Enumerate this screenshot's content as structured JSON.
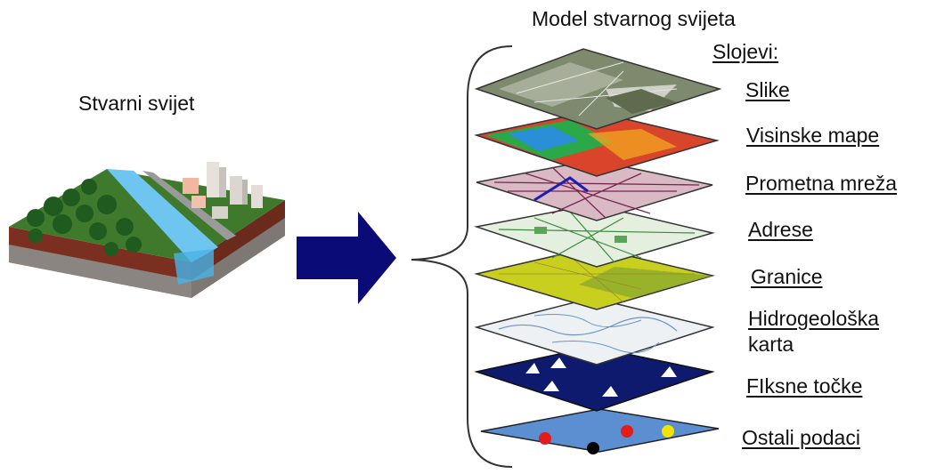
{
  "left": {
    "title": "Stvarni svijet"
  },
  "right": {
    "title": "Model stvarnog svijeta",
    "layers_heading": "Slojevi:",
    "layers": [
      {
        "label": "Slike"
      },
      {
        "label": "Visinske mape"
      },
      {
        "label": "Prometna mreža"
      },
      {
        "label": "Adrese"
      },
      {
        "label": "Granice"
      },
      {
        "label": "Hidrogeološka",
        "label2": "karta"
      },
      {
        "label": "FIksne točke"
      },
      {
        "label": "Ostali podaci"
      }
    ]
  },
  "colors": {
    "arrow": "#0b0b78",
    "imagery": "#7d8a6e",
    "elevation": "#d9452a",
    "roads": "#b07a8a",
    "addresses": "#e4efe0",
    "borders": "#c9cf1e",
    "hydro": "#eef1f4",
    "points": "#0e1a6e",
    "other": "#5b8fd1"
  }
}
